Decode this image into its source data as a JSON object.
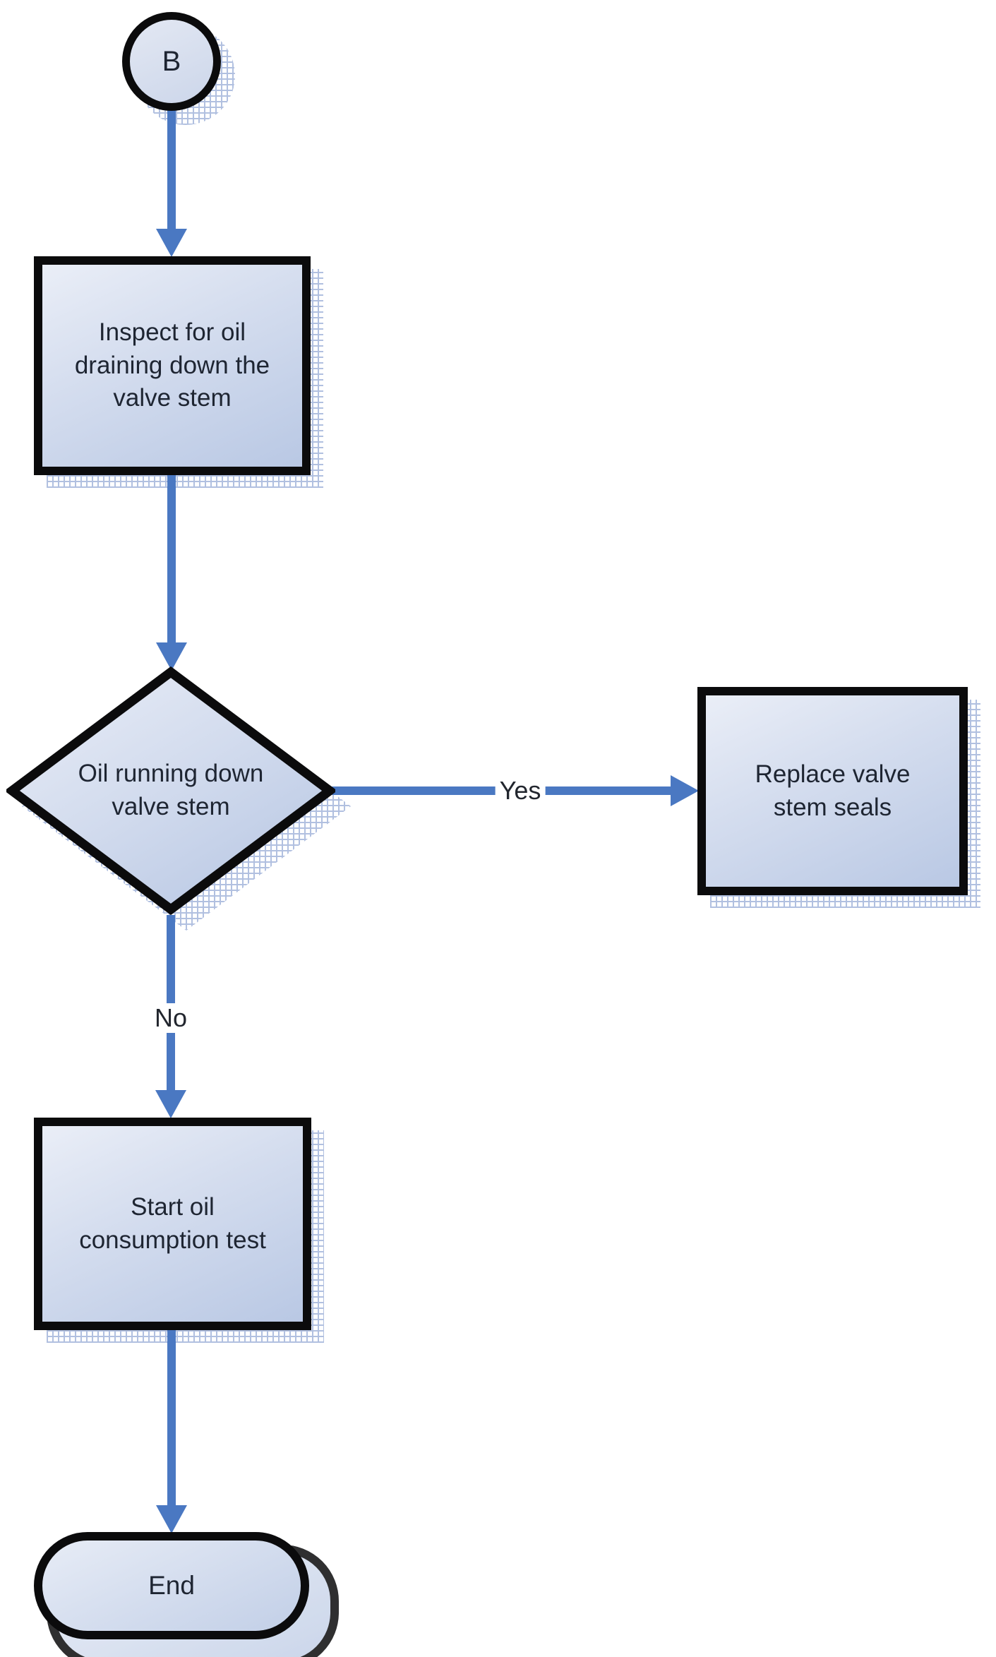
{
  "diagram": {
    "type": "flowchart",
    "nodes": {
      "connector_b": {
        "label": "B",
        "shape": "connector-circle"
      },
      "inspect": {
        "label": "Inspect for oil draining down the valve stem",
        "shape": "process"
      },
      "decision": {
        "label": "Oil running down valve stem",
        "shape": "decision"
      },
      "replace": {
        "label": "Replace valve stem seals",
        "shape": "process"
      },
      "start_test": {
        "label": "Start oil consumption test",
        "shape": "process"
      },
      "end": {
        "label": "End",
        "shape": "terminator"
      }
    },
    "edges": {
      "b_to_inspect": {
        "from": "connector_b",
        "to": "inspect",
        "label": ""
      },
      "inspect_to_decision": {
        "from": "inspect",
        "to": "decision",
        "label": ""
      },
      "decision_yes": {
        "from": "decision",
        "to": "replace",
        "label": "Yes"
      },
      "decision_no": {
        "from": "decision",
        "to": "start_test",
        "label": "No"
      },
      "start_test_to_end": {
        "from": "start_test",
        "to": "end",
        "label": ""
      }
    },
    "colors": {
      "arrow": "#4a78c2",
      "node_border": "#0b0b0c",
      "fill_light": "#eaeef7",
      "fill_dark": "#b9c8e4",
      "shadow_hatch": "#a4b6db",
      "text": "#1e2532",
      "background": "#ffffff"
    }
  }
}
